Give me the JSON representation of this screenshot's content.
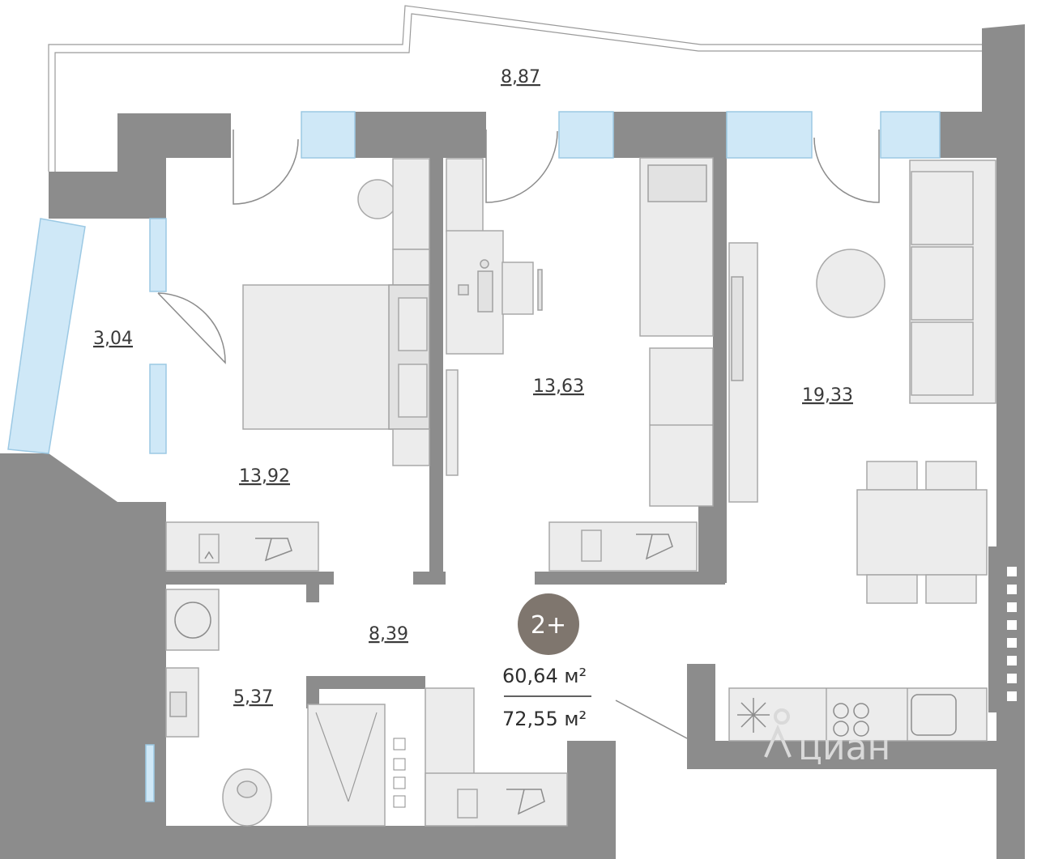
{
  "rooms": {
    "balcony": "8,87",
    "loggia": "3,04",
    "bedroom": "13,92",
    "study": "13,63",
    "living": "19,33",
    "hall": "8,39",
    "bathroom": "5,37"
  },
  "badge": {
    "label": "2+",
    "color": "#7f766e"
  },
  "totals": {
    "living_area": "60,64 м²",
    "total_area": "72,55 м²"
  },
  "watermark": {
    "text": "циан"
  },
  "colors": {
    "wall": "#8c8c8c",
    "glass": "#cfe8f7",
    "furniture": "#ececec"
  }
}
